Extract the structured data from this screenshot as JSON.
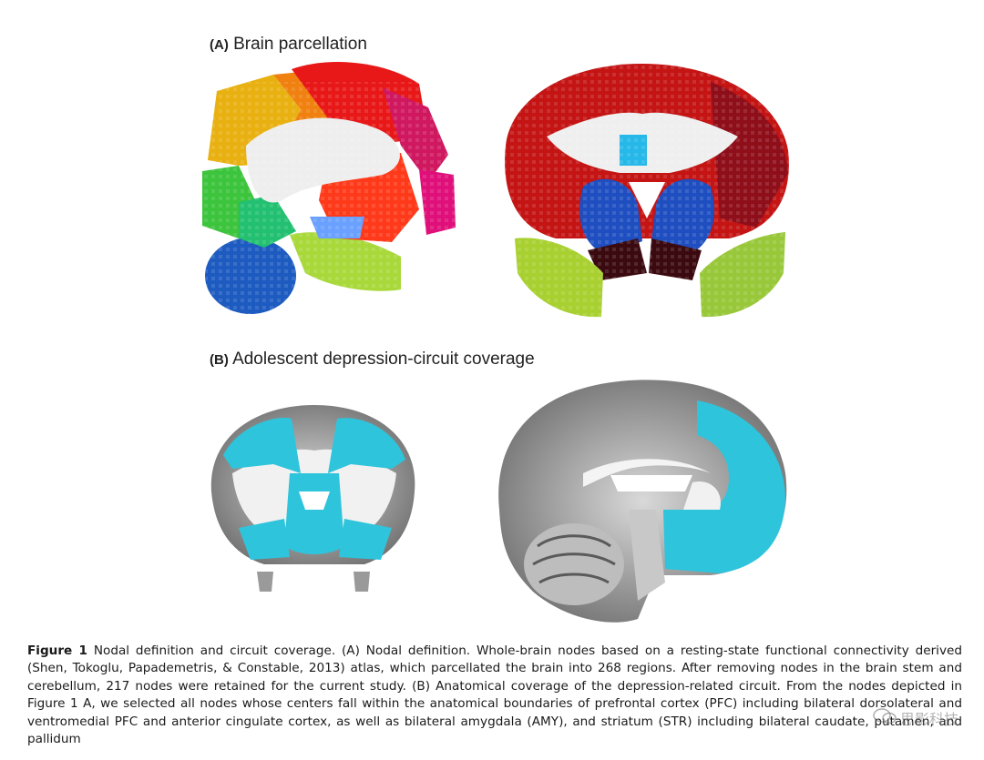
{
  "figure": {
    "panel_a": {
      "letter": "(A)",
      "title": "Brain parcellation"
    },
    "panel_b": {
      "letter": "(B)",
      "title": "Adolescent depression-circuit coverage"
    },
    "caption": {
      "label": "Figure 1",
      "text": "Nodal definition and circuit coverage. (A) Nodal definition. Whole-brain nodes based on a resting-state functional connectivity derived (Shen, Tokoglu, Papademetris, & Constable, 2013) atlas, which parcellated the brain into 268 regions. After removing nodes in the brain stem and cerebellum, 217 nodes were retained for the current study. (B) Anatomical coverage of the depression-related circuit. From the nodes depicted in Figure 1 A, we selected all nodes whose centers fall within the anatomical boundaries of prefrontal cortex (PFC) including bilateral dorsolateral and ventromedial PFC and anterior cingulate cortex, as well as bilateral amygdala (AMY), and striatum (STR) including bilateral caudate, putamen, and pallidum"
    },
    "watermark": "思影科技",
    "colors": {
      "coverage": "#2ec4dc",
      "white_matter": "#f2f2f2",
      "cortex_gray": "#8a8a8a"
    }
  }
}
